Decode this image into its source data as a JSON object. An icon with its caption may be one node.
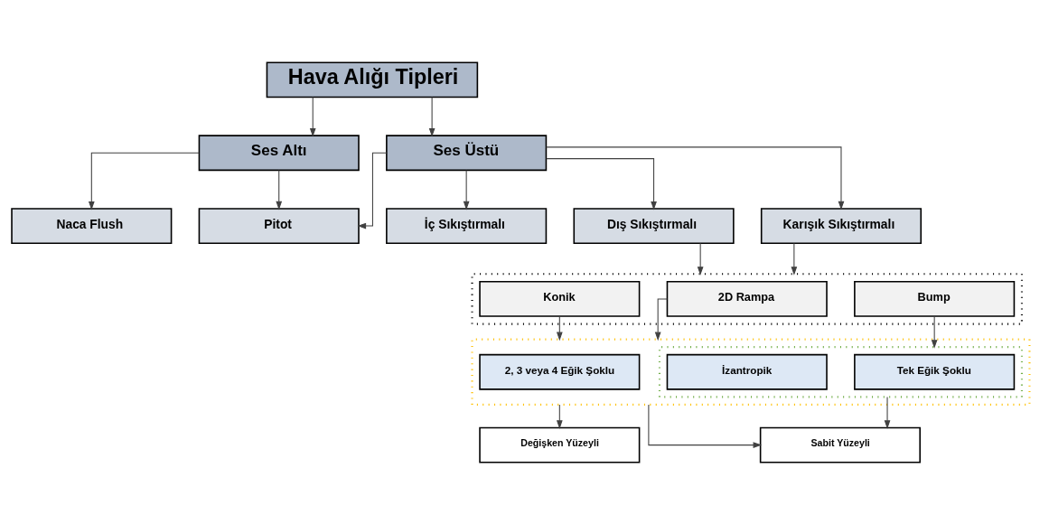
{
  "diagram": {
    "nodes": [
      {
        "text": [
          "Hava Alığı Tipleri"
        ]
      },
      {
        "text": [
          "Ses Altı"
        ]
      },
      {
        "text": [
          "Ses Üstü"
        ]
      },
      {
        "text": [
          "Naca Flush"
        ]
      },
      {
        "text": [
          "Pitot"
        ]
      },
      {
        "text": [
          "İç Sıkıştırmalı"
        ]
      },
      {
        "text": [
          "Dış Sıkıştırmalı"
        ]
      },
      {
        "text": [
          "Karışık Sıkıştırmalı"
        ]
      },
      {
        "text": [
          "Değişken Yüzeyli"
        ]
      },
      {
        "text": [
          "Sabit Yüzeyli"
        ]
      },
      {
        "text": [],
        "shape": "box"
      },
      {
        "text": [
          "2, 3 veya 4 Eğik Şoklu"
        ],
        "in": 10
      },
      {
        "text": [],
        "shape": "box",
        "in": 10
      },
      {
        "text": [
          "Tek Eğik Şoklu"
        ],
        "in": 12
      },
      {
        "text": [
          "İzantropik"
        ],
        "in": 12
      },
      {
        "text": [],
        "shape": "box"
      },
      {
        "text": [
          "2D Rampa"
        ],
        "in": 15
      },
      {
        "text": [
          "Konik"
        ],
        "in": 15
      },
      {
        "text": [
          "Bump"
        ],
        "in": 15
      }
    ],
    "edges": [
      {
        "from": 0,
        "to": 1,
        "arrow": "to"
      },
      {
        "from": 0,
        "to": 2,
        "arrow": "to"
      },
      {
        "from": 1,
        "to": 3,
        "arrow": "to"
      },
      {
        "from": 1,
        "to": 4,
        "arrow": "to"
      },
      {
        "from": 2,
        "to": 4,
        "arrow": "to"
      },
      {
        "from": 2,
        "to": 5,
        "arrow": "to"
      },
      {
        "from": 2,
        "to": 6,
        "arrow": "to"
      },
      {
        "from": 2,
        "to": 7,
        "arrow": "to"
      },
      {
        "from": 6,
        "to": 15,
        "arrow": "to"
      },
      {
        "from": 7,
        "to": 15,
        "arrow": "to"
      },
      {
        "from": 16,
        "to": 10,
        "arrow": "to"
      },
      {
        "from": 17,
        "to": 10,
        "arrow": "to"
      },
      {
        "from": 18,
        "to": 12,
        "arrow": "to"
      },
      {
        "from": 10,
        "to": 8,
        "arrow": "to"
      },
      {
        "from": 10,
        "to": 9,
        "arrow": "to"
      },
      {
        "from": 12,
        "to": 9,
        "arrow": "to"
      }
    ]
  }
}
